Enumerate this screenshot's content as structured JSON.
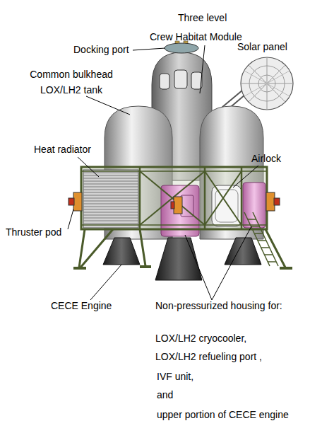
{
  "diagram": {
    "labels": [
      "Three level Crew Habitat Module",
      "Docking port",
      "Solar panel",
      "Common bulkhead LOX/LH2 tank",
      "Heat radiator",
      "Airlock",
      "Thruster pod",
      "CECE Engine",
      "Non-pressurized housing for:",
      "LOX/LH2 cryocooler,",
      "LOX/LH2 refueling port ,",
      "IVF unit,",
      "and",
      "upper portion of CECE engine"
    ]
  }
}
